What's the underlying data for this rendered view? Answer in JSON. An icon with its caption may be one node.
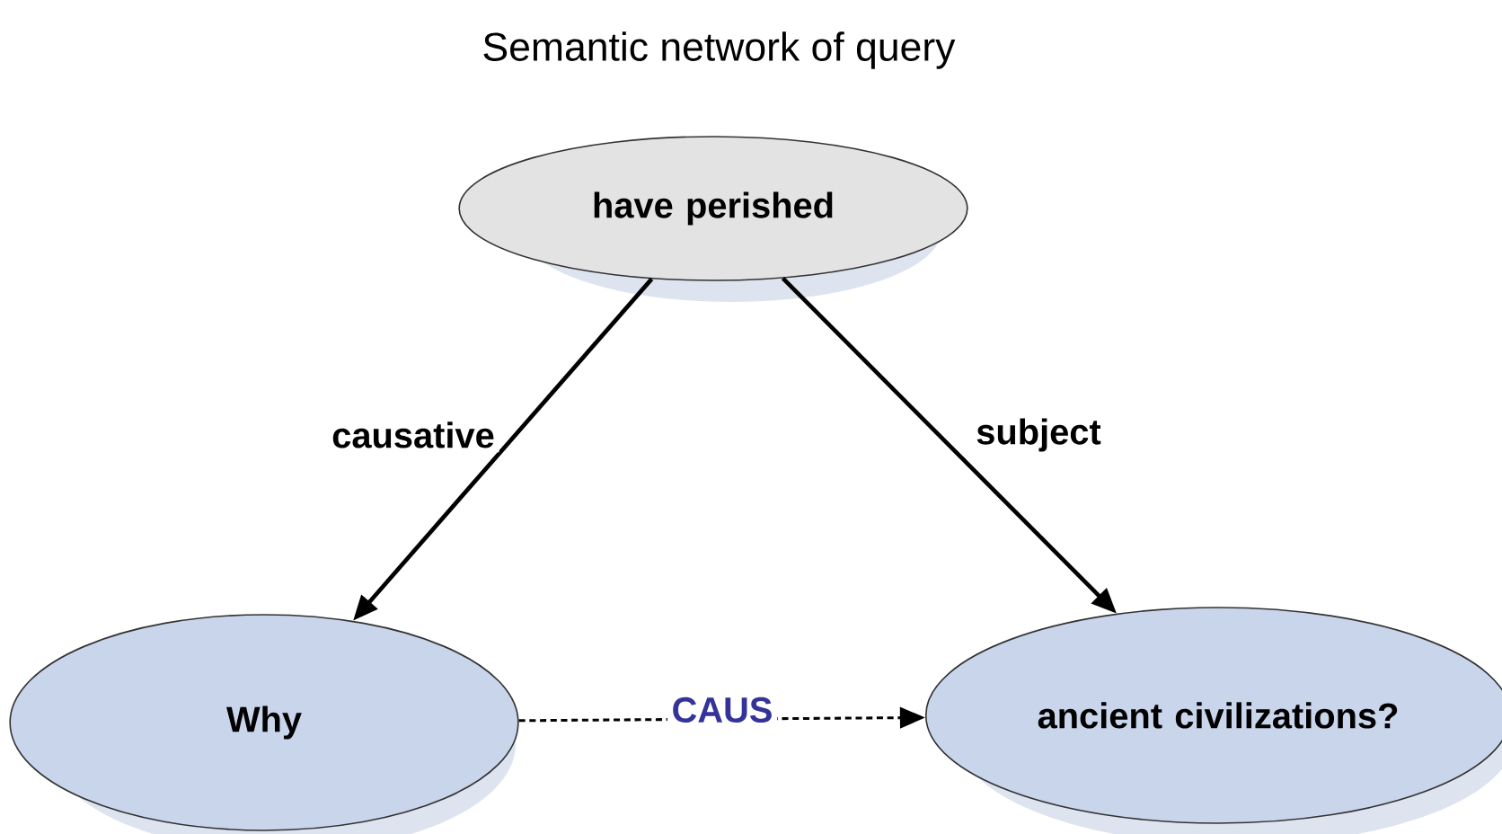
{
  "diagram": {
    "title": "Semantic network of query",
    "nodes": [
      {
        "text": [
          "have perished"
        ]
      },
      {
        "text": [
          "Why"
        ]
      },
      {
        "text": [
          "ancient civilizations?"
        ]
      }
    ],
    "edges": [
      {
        "from": 0,
        "to": 1,
        "arrow": "to",
        "label": "causative"
      },
      {
        "from": 0,
        "to": 2,
        "arrow": "to",
        "label": "subject"
      },
      {
        "from": 1,
        "to": 2,
        "arrow": "to",
        "label": "CAUS",
        "style": "dashed"
      }
    ]
  }
}
